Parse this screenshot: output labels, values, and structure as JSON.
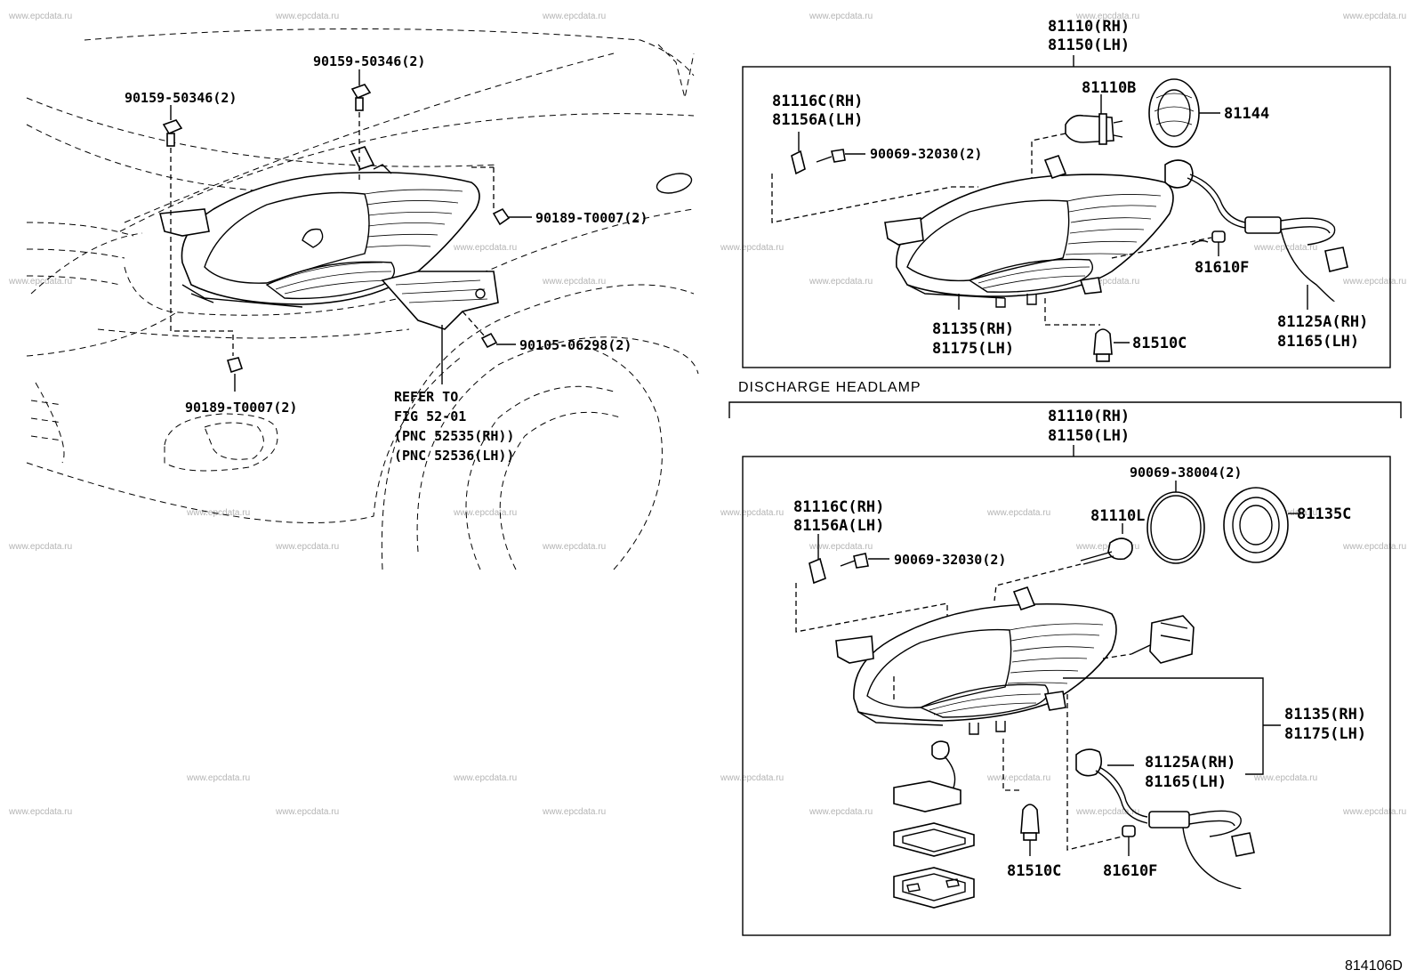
{
  "watermark": "www.epcdata.ru",
  "figure_code": "814106D",
  "left_assembly": {
    "labels": {
      "bolt_top": "90159-50346(2)",
      "bolt_left": "90159-50346(2)",
      "nut_right": "90189-T0007(2)",
      "screw_lower": "90105-06298(2)",
      "nut_bottom": "90189-T0007(2)"
    },
    "refer": {
      "line1": "REFER TO",
      "line2": "FIG 52-01",
      "line3": "(PNC 52535(RH))",
      "line4": "(PNC 52536(LH))"
    }
  },
  "top_box": {
    "header_rh": "81110(RH)",
    "header_lh": "81150(LH)",
    "bracket_rh": "81116C(RH)",
    "bracket_lh": "81156A(LH)",
    "screw": "90069-32030(2)",
    "bulb": "81110B",
    "cover": "81144",
    "small_bulb": "81610F",
    "housing_rh": "81135(RH)",
    "housing_lh": "81175(LH)",
    "turn_bulb": "81510C",
    "socket_rh": "81125A(RH)",
    "socket_lh": "81165(LH)"
  },
  "discharge_title": "DISCHARGE HEADLAMP",
  "bottom_box": {
    "header_rh": "81110(RH)",
    "header_lh": "81150(LH)",
    "oring": "90069-38004(2)",
    "cap": "81135C",
    "bracket_rh": "81116C(RH)",
    "bracket_lh": "81156A(LH)",
    "bulb": "81110L",
    "screw": "90069-32030(2)",
    "housing_rh": "81135(RH)",
    "housing_lh": "81175(LH)",
    "socket_rh": "81125A(RH)",
    "socket_lh": "81165(LH)",
    "turn_bulb": "81510C",
    "small_bulb": "81610F"
  }
}
